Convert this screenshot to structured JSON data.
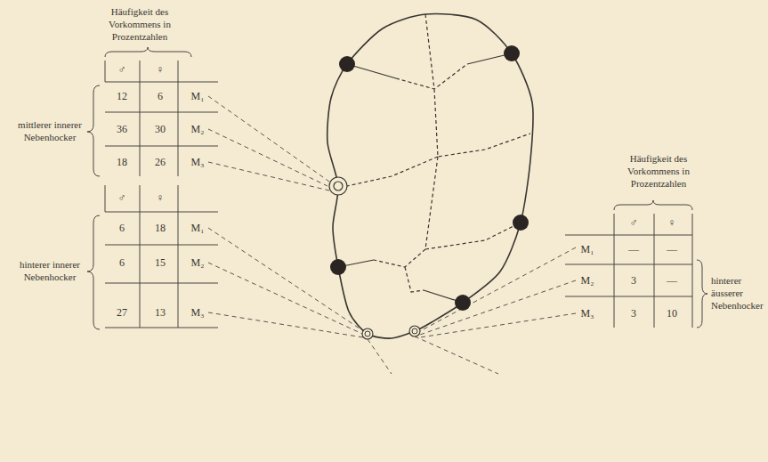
{
  "diagram": {
    "labels": [
      "Häufigkeit des Vorkommens in Prozentzahlen",
      "♂",
      "♀",
      "12",
      "6",
      "M₁",
      "36",
      "30",
      "M₂",
      "18",
      "26",
      "M₃",
      "mittlerer innerer Nebenhocker",
      "♂",
      "♀",
      "6",
      "18",
      "M₁",
      "6",
      "15",
      "M₂",
      "27",
      "13",
      "M₃",
      "hinterer innerer Nebenhocker",
      "Häufigkeit des Vorkommens in Prozentzahlen",
      "♂",
      "♀",
      "M₁",
      "—",
      "—",
      "M₂",
      "3",
      "—",
      "M₃",
      "3",
      "10",
      "hinterer äusserer Nebenhocker"
    ]
  }
}
